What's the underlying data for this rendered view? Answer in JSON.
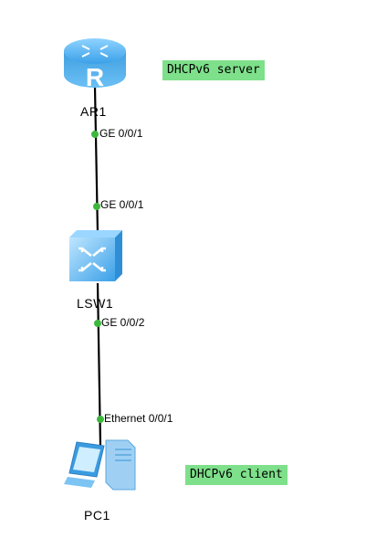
{
  "devices": {
    "router": {
      "name": "AR1"
    },
    "switch": {
      "name": "LSW1"
    },
    "pc": {
      "name": "PC1"
    }
  },
  "ports": {
    "ar1_uplink": "GE 0/0/1",
    "lsw1_up": "GE 0/0/1",
    "lsw1_down": "GE 0/0/2",
    "pc1_eth": "Ethernet 0/0/1"
  },
  "notes": {
    "server": "DHCPv6 server",
    "client": "DHCPv6 client"
  },
  "colors": {
    "link": "#000000",
    "port_dot": "#3db83d",
    "note_bg": "#7ee08a",
    "device_blue": "#3aa0e8"
  }
}
